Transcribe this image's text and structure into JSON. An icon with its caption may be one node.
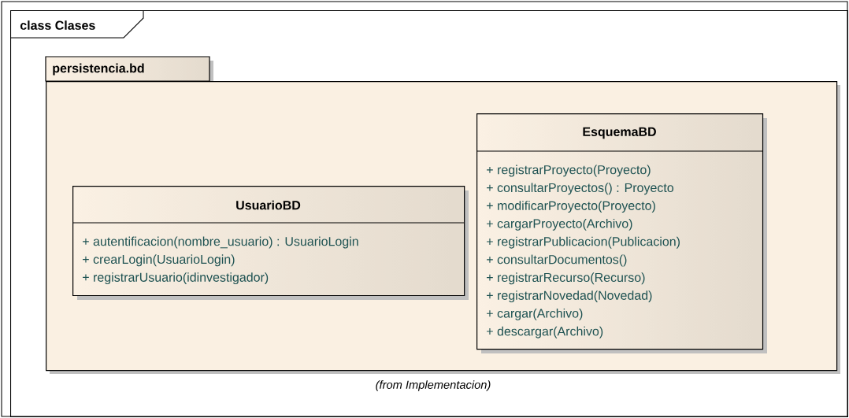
{
  "diagram": {
    "nodes": [
      {
        "text": [
          "class Clases"
        ]
      },
      {
        "text": [
          "persistencia.bd"
        ],
        "in": 0,
        "beside": [
          "(from Implementacion)"
        ]
      },
      {
        "text": [
          "UsuarioBD",
          "+ autentificacion(nombre_usuario) : UsuarioLogin",
          "+ crearLogin(UsuarioLogin)",
          "+ registrarUsuario(idinvestigador)"
        ],
        "in": 1
      },
      {
        "text": [
          "EsquemaBD",
          "+ registrarProyecto(Proyecto)",
          "+ consultarProyectos() : Proyecto",
          "+ modificarProyecto(Proyecto)",
          "+ cargarProyecto(Archivo)",
          "+ registrarPublicacion(Publicacion)",
          "+ consultarDocumentos()",
          "+ registrarRecurso(Recurso)",
          "+ registrarNovedad(Novedad)",
          "+ cargar(Archivo)",
          "+ descargar(Archivo)"
        ],
        "in": 1
      }
    ]
  }
}
